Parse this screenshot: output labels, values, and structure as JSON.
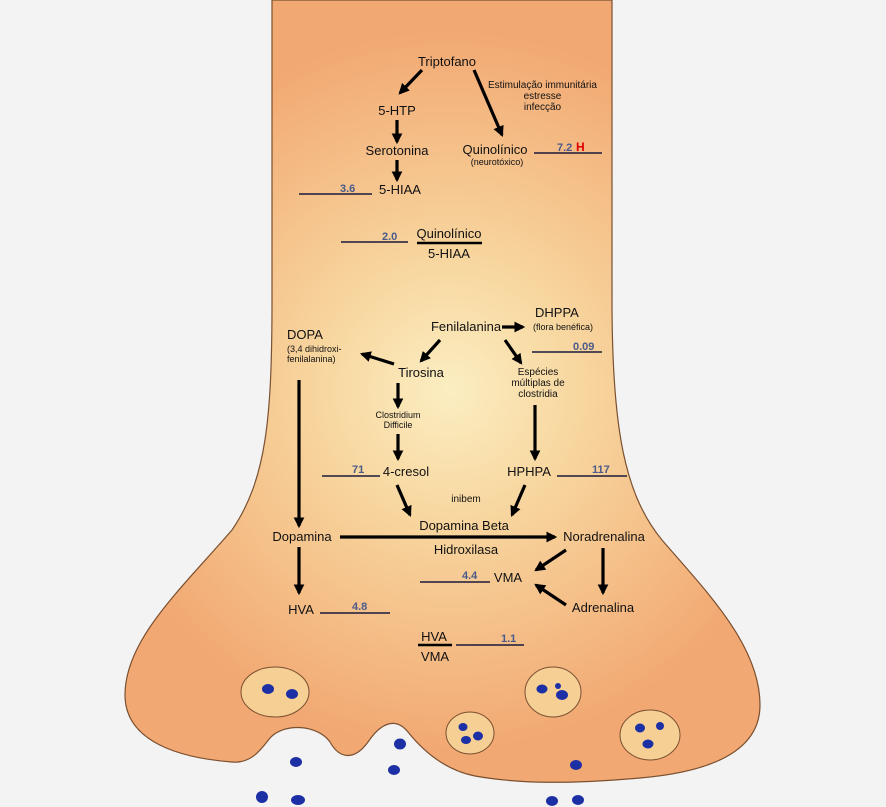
{
  "colors": {
    "neuron_outer": "#f2a872",
    "neuron_inner": "#fbeec2",
    "outline": "#7a5030",
    "arrow": "#000000",
    "value_text": "#4a5a8a",
    "high_flag": "#e00000",
    "vesicle_fill": "#f5cf94",
    "dot": "#1d2fa5",
    "background": "#f3f3f3"
  },
  "labels": {
    "triptofano": "Triptofano",
    "htp": "5-HTP",
    "serotonina": "Serotonina",
    "hiaa": "5-HIAA",
    "quinolinico": "Quinolínico",
    "neurotoxico": "(neurotóxico)",
    "estimulacao": "Estimulação immunitária\nestresse\ninfecção",
    "ratio_quin_num": "Quinolínico",
    "ratio_quin_den": "5-HIAA",
    "fenilalanina": "Fenilalanina",
    "dhppa": "DHPPA",
    "flora": "(flora benéfica)",
    "especies": "Espécies\nmúltiplas de\nclostridia",
    "tirosina": "Tirosina",
    "dopa": "DOPA",
    "dopa_sub": "(3,4 dihidroxi-\nfenilalanina)",
    "clostridium": "Clostridium\nDifficile",
    "cresol": "4-cresol",
    "hphpa": "HPHPA",
    "inibem": "inibem",
    "dopamina_beta": "Dopamina Beta",
    "hidroxilasa": "Hidroxilasa",
    "dopamina": "Dopamina",
    "noradrenalina": "Noradrenalina",
    "vma": "VMA",
    "adrenalina": "Adrenalina",
    "hva": "HVA",
    "ratio_hva_num": "HVA",
    "ratio_hva_den": "VMA"
  },
  "values": {
    "quinolinico": "7.2",
    "quinolinico_flag": "H",
    "hiaa": "3.6",
    "quin_hiaa_ratio": "2.0",
    "dhppa": "0.09",
    "cresol": "71",
    "hphpa": "117",
    "vma": "4.4",
    "hva": "4.8",
    "hva_vma_ratio": "1.1"
  }
}
